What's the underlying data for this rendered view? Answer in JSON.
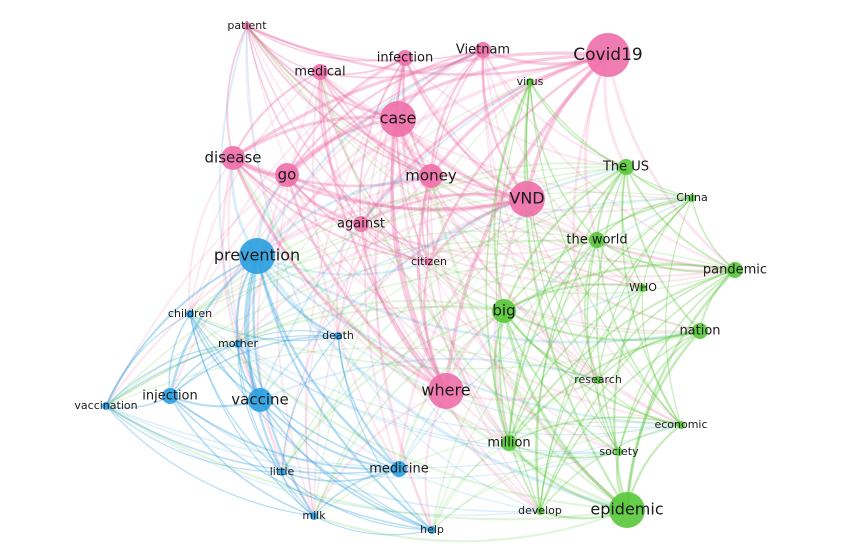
{
  "colors": {
    "pink": "#ee6fa8",
    "blue": "#2a9ee0",
    "green": "#58c838"
  },
  "nodes": [
    {
      "id": "patient",
      "label": "patient",
      "cluster": "pink",
      "weight": 1
    },
    {
      "id": "medical",
      "label": "medical",
      "cluster": "pink",
      "weight": 2
    },
    {
      "id": "infection",
      "label": "infection",
      "cluster": "pink",
      "weight": 2
    },
    {
      "id": "vietnam",
      "label": "Vietnam",
      "cluster": "pink",
      "weight": 2
    },
    {
      "id": "covid19",
      "label": "Covid19",
      "cluster": "pink",
      "weight": 5
    },
    {
      "id": "virus",
      "label": "virus",
      "cluster": "green",
      "weight": 1
    },
    {
      "id": "case",
      "label": "case",
      "cluster": "pink",
      "weight": 4
    },
    {
      "id": "disease",
      "label": "disease",
      "cluster": "pink",
      "weight": 3
    },
    {
      "id": "go",
      "label": "go",
      "cluster": "pink",
      "weight": 3
    },
    {
      "id": "money",
      "label": "money",
      "cluster": "pink",
      "weight": 3
    },
    {
      "id": "vnd",
      "label": "VND",
      "cluster": "pink",
      "weight": 4
    },
    {
      "id": "the-us",
      "label": "The US",
      "cluster": "green",
      "weight": 2
    },
    {
      "id": "china",
      "label": "China",
      "cluster": "green",
      "weight": 1
    },
    {
      "id": "against",
      "label": "against",
      "cluster": "pink",
      "weight": 2
    },
    {
      "id": "the-world",
      "label": "the world",
      "cluster": "green",
      "weight": 2
    },
    {
      "id": "prevention",
      "label": "prevention",
      "cluster": "blue",
      "weight": 4
    },
    {
      "id": "citizen",
      "label": "citizen",
      "cluster": "pink",
      "weight": 1
    },
    {
      "id": "pandemic",
      "label": "pandemic",
      "cluster": "green",
      "weight": 2
    },
    {
      "id": "who",
      "label": "WHO",
      "cluster": "green",
      "weight": 1
    },
    {
      "id": "big",
      "label": "big",
      "cluster": "green",
      "weight": 3
    },
    {
      "id": "children",
      "label": "children",
      "cluster": "blue",
      "weight": 1
    },
    {
      "id": "nation",
      "label": "nation",
      "cluster": "green",
      "weight": 2
    },
    {
      "id": "death",
      "label": "death",
      "cluster": "blue",
      "weight": 1
    },
    {
      "id": "mother",
      "label": "mother",
      "cluster": "blue",
      "weight": 1
    },
    {
      "id": "where",
      "label": "where",
      "cluster": "pink",
      "weight": 4
    },
    {
      "id": "research",
      "label": "research",
      "cluster": "green",
      "weight": 1
    },
    {
      "id": "vaccination",
      "label": "vaccination",
      "cluster": "blue",
      "weight": 1
    },
    {
      "id": "injection",
      "label": "injection",
      "cluster": "blue",
      "weight": 2
    },
    {
      "id": "vaccine",
      "label": "vaccine",
      "cluster": "blue",
      "weight": 3
    },
    {
      "id": "economic",
      "label": "economic",
      "cluster": "green",
      "weight": 1
    },
    {
      "id": "million",
      "label": "million",
      "cluster": "green",
      "weight": 2
    },
    {
      "id": "society",
      "label": "society",
      "cluster": "green",
      "weight": 1
    },
    {
      "id": "little",
      "label": "little",
      "cluster": "blue",
      "weight": 1
    },
    {
      "id": "medicine",
      "label": "medicine",
      "cluster": "blue",
      "weight": 2
    },
    {
      "id": "milk",
      "label": "milk",
      "cluster": "blue",
      "weight": 1
    },
    {
      "id": "help",
      "label": "help",
      "cluster": "blue",
      "weight": 1
    },
    {
      "id": "develop",
      "label": "develop",
      "cluster": "green",
      "weight": 1
    },
    {
      "id": "epidemic",
      "label": "epidemic",
      "cluster": "green",
      "weight": 4
    }
  ]
}
